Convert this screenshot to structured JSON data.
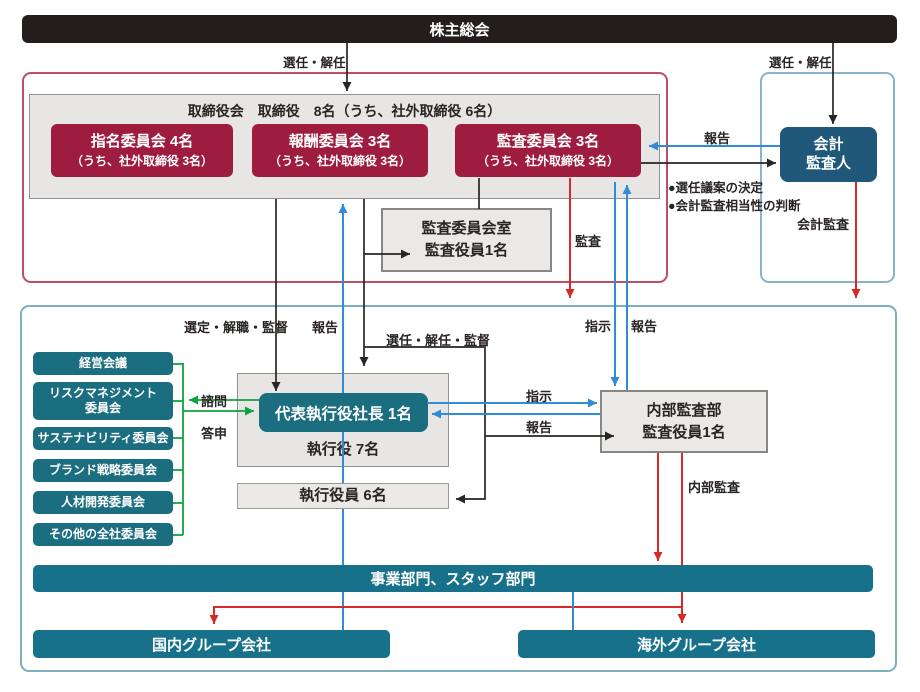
{
  "shareholders": {
    "label": "株主総会"
  },
  "top_labels": {
    "appoint_left": "選任・解任",
    "appoint_right": "選任・解任"
  },
  "board": {
    "title": "取締役会　取締役　8名（うち、社外取締役 6名）",
    "committees": [
      {
        "name": "指名委員会 4名",
        "note": "（うち、社外取締役 3名）"
      },
      {
        "name": "報酬委員会 3名",
        "note": "（うち、社外取締役 3名）"
      },
      {
        "name": "監査委員会 3名",
        "note": "（うち、社外取締役 3名）"
      }
    ]
  },
  "audit_office": {
    "line1": "監査委員会室",
    "line2": "監査役員1名"
  },
  "accounting_auditor": {
    "line1": "会計",
    "line2": "監査人",
    "notes": [
      "●選任議案の決定",
      "●会計監査相当性の判断"
    ]
  },
  "flow_labels": {
    "report_top": "報告",
    "audit": "監査",
    "accounting_audit": "会計監査",
    "instruct_mid": "指示",
    "report_mid": "報告",
    "select_dismiss_supervise": "選定・解職・監督",
    "report_left": "報告",
    "appoint_dismiss_supervise": "選任・解任・監督",
    "instruct_president": "指示",
    "report_president": "報告",
    "consult": "諮問",
    "reply": "答申",
    "internal_audit_label": "内部監査"
  },
  "executives": {
    "president": "代表執行役社長 1名",
    "officers": "執行役 7名",
    "exec_officers": "執行役員 6名"
  },
  "internal_audit_dept": {
    "line1": "内部監査部",
    "line2": "監査役員1名"
  },
  "advisory_committees": [
    "経営会議",
    "リスクマネジメント\n委員会",
    "サステナビリティ委員会",
    "ブランド戦略委員会",
    "人材開発委員会",
    "その他の全社委員会"
  ],
  "bottom": {
    "business": "事業部門、スタッフ部門",
    "domestic": "国内グループ会社",
    "overseas": "海外グループ会社"
  },
  "colors": {
    "crimson": "#9e1d3e",
    "navy": "#1f5878",
    "teal": "#1b6e80",
    "arrow_blue": "#2f8cd8",
    "arrow_red": "#d7282a",
    "arrow_green": "#0fa23e",
    "arrow_black": "#2a2424"
  }
}
